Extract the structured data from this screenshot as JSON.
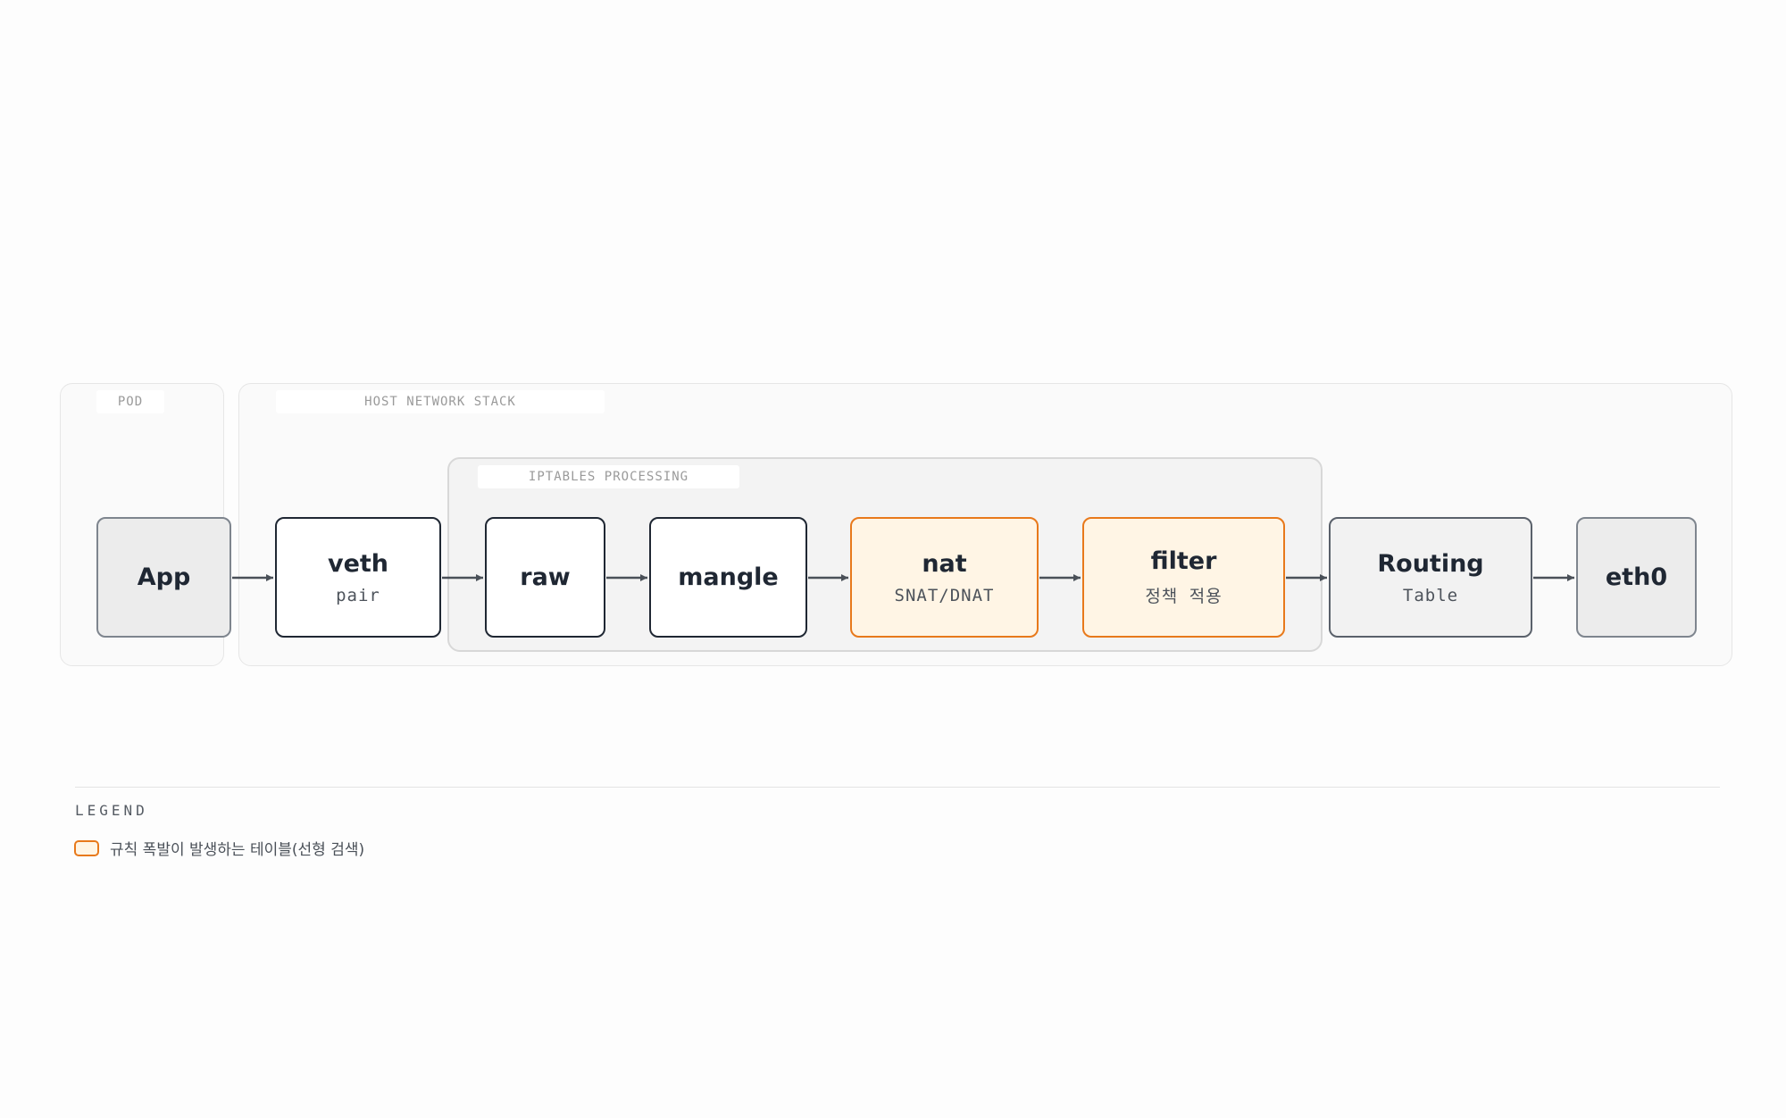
{
  "groups": {
    "pod": "POD",
    "host": "HOST NETWORK STACK",
    "iptables": "IPTABLES PROCESSING"
  },
  "nodes": {
    "app": {
      "title": "App"
    },
    "veth": {
      "title": "veth",
      "sub": "pair"
    },
    "raw": {
      "title": "raw"
    },
    "mangle": {
      "title": "mangle"
    },
    "nat": {
      "title": "nat",
      "sub": "SNAT/DNAT"
    },
    "filter": {
      "title": "filter",
      "sub": "정책 적용"
    },
    "routing": {
      "title": "Routing",
      "sub": "Table"
    },
    "eth0": {
      "title": "eth0"
    }
  },
  "legend": {
    "title": "LEGEND",
    "items": [
      {
        "label": "규칙 폭발이 발생하는 테이블(선형 검색)"
      }
    ]
  },
  "colors": {
    "hot_fill": "#fff5e5",
    "hot_border": "#e8791b",
    "node_border": "#1f2733",
    "arrow": "#4a5058"
  }
}
